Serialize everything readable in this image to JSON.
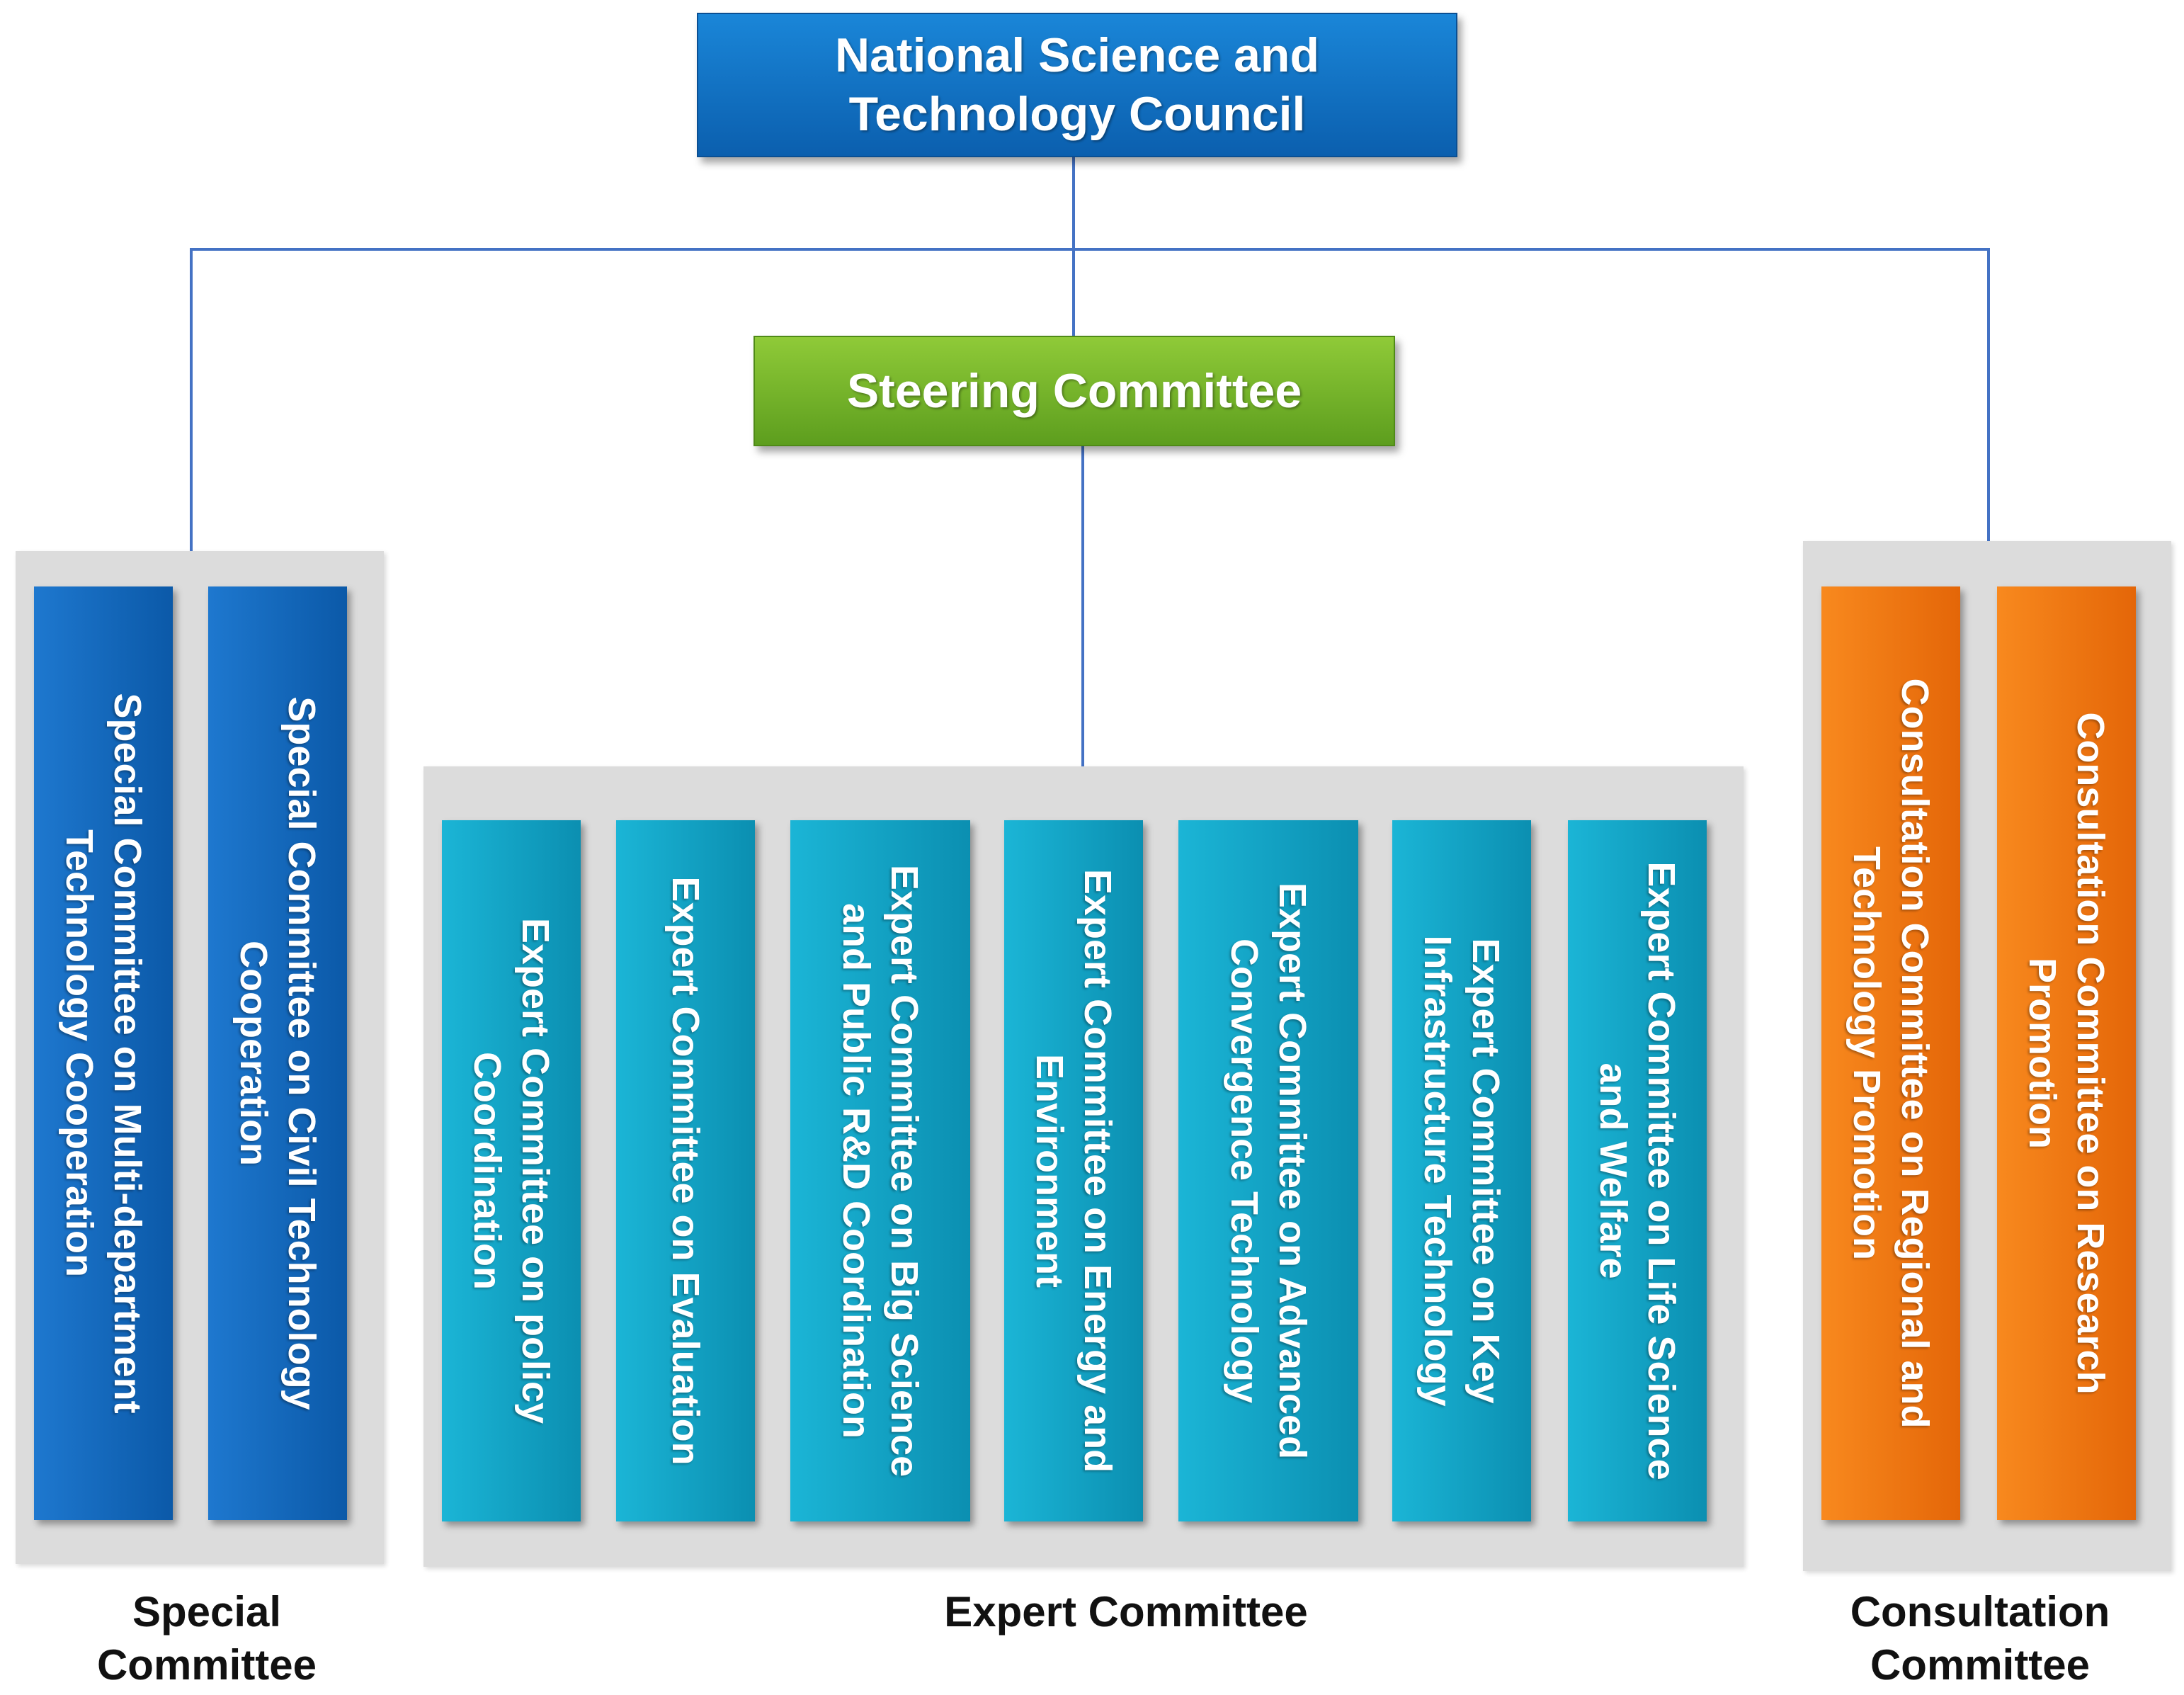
{
  "council": {
    "label": "National Science and Technology Council"
  },
  "steering": {
    "label": "Steering Committee"
  },
  "special": {
    "group_label": "Special Committee",
    "items": [
      {
        "label": "Special Committee on Multi-department Technology Cooperation"
      },
      {
        "label": "Special Committee on Civil Technology Cooperation"
      }
    ]
  },
  "expert": {
    "group_label": "Expert Committee",
    "items": [
      {
        "label": "Expert Committee on policy Coordination"
      },
      {
        "label": "Expert Committee on Evaluation"
      },
      {
        "label": "Expert Committee on Big Science and Public R&D Coordination"
      },
      {
        "label": "Expert Committee on Energy and Environment"
      },
      {
        "label": "Expert Committee on Advanced Convergence Technology"
      },
      {
        "label": "Expert Committee on Key Infrastructure Technology"
      },
      {
        "label": "Expert Committee on Life Science and Welfare"
      }
    ]
  },
  "consultation": {
    "group_label": "Consultation Committee",
    "items": [
      {
        "label": "Consultation Committee on Regional and Technology Promotion"
      },
      {
        "label": "Consultation Committee on Research Promotion"
      }
    ]
  },
  "colors": {
    "council": "#0b5fae",
    "steering": "#6aab24",
    "special": "#0b59a8",
    "expert": "#0b8fb1",
    "consultation": "#e46608",
    "connector": "#4472c4",
    "group_background": "#dcdcdc"
  }
}
